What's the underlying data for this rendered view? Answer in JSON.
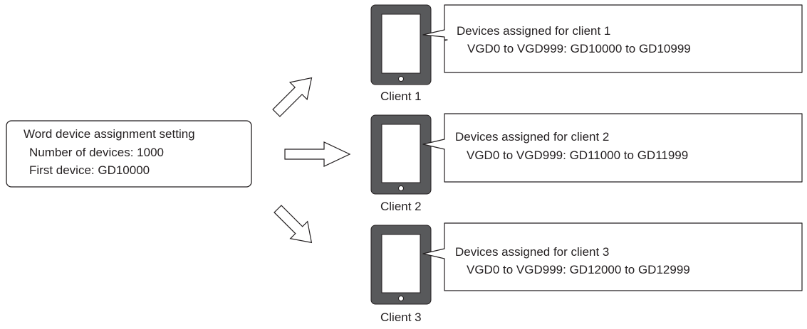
{
  "setting": {
    "title": "Word device assignment setting",
    "number_line": "Number of devices: 1000",
    "first_line": "First device: GD10000"
  },
  "clients": [
    {
      "name": "Client 1",
      "callout_title": "Devices assigned for client 1",
      "callout_detail": "VGD0 to VGD999: GD10000 to GD10999"
    },
    {
      "name": "Client 2",
      "callout_title": "Devices assigned for client 2",
      "callout_detail": "VGD0 to VGD999: GD11000 to GD11999"
    },
    {
      "name": "Client 3",
      "callout_title": "Devices assigned for client 3",
      "callout_detail": "VGD0 to VGD999: GD12000 to GD12999"
    }
  ],
  "colors": {
    "device_fill": "#58595b",
    "outline": "#231f20",
    "background": "#ffffff"
  },
  "icons": {
    "device": "tablet-icon",
    "arrow": "hollow-arrow-icon"
  }
}
